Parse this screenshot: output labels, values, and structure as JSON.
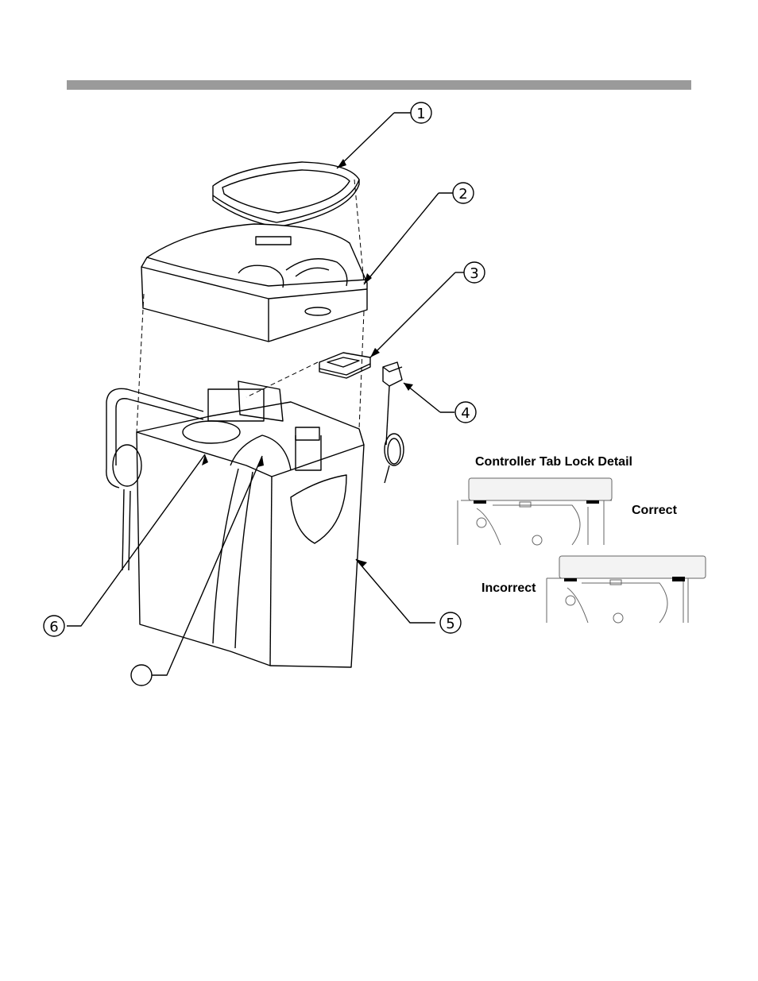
{
  "detail": {
    "title": "Controller Tab Lock Detail",
    "correct_label": "Correct",
    "incorrect_label": "Incorrect"
  },
  "callouts": [
    {
      "id": "1",
      "label": "1"
    },
    {
      "id": "2",
      "label": "2"
    },
    {
      "id": "3",
      "label": "3"
    },
    {
      "id": "4",
      "label": "4"
    },
    {
      "id": "5",
      "label": "5"
    },
    {
      "id": "6",
      "label": "6"
    },
    {
      "id": "7",
      "label": ""
    }
  ]
}
